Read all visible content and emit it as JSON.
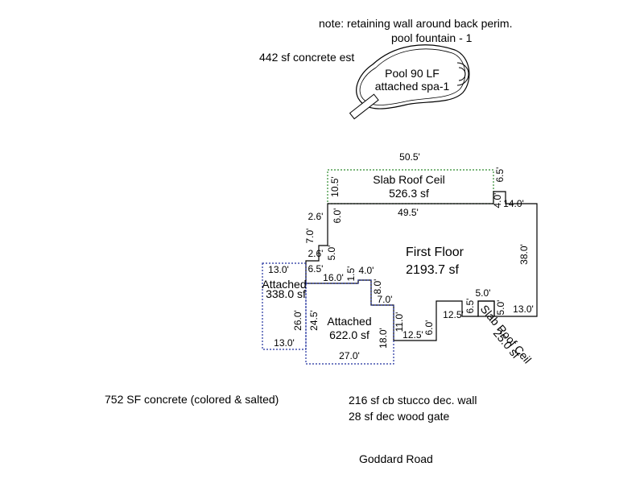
{
  "notes": {
    "retaining_wall": "note: retaining wall around back perim.",
    "pool_fountain": "pool fountain - 1",
    "concrete_est": "442 sf concrete est",
    "concrete_colored": "752 SF concrete (colored & salted)",
    "stucco_wall": "216 sf cb stucco dec. wall",
    "wood_gate": "28 sf dec wood gate",
    "road": "Goddard Road"
  },
  "pool": {
    "line1": "Pool 90 LF",
    "line2": "attached spa-1"
  },
  "areas": {
    "first_floor": {
      "name": "First Floor",
      "sf": "2193.7 sf"
    },
    "slab_top": {
      "name": "Slab Roof Ceil",
      "sf": "526.3 sf"
    },
    "attached_main": {
      "name": "Attached",
      "sf": "622.0 sf"
    },
    "attached_left": {
      "name": "Attached",
      "sf": "338.0 sf"
    },
    "slab_small": {
      "name": "Slab Roof Ceil",
      "sf": "25.0 sf"
    }
  },
  "dimensions": {
    "top_overall": "50.5'",
    "slab_width": "49.5'",
    "slab_depth": "10.5'",
    "right_step_v": "6.5'",
    "right_step_4": "4.0'",
    "right_step_14": "14.0'",
    "right_38": "38.0'",
    "right_13": "13.0'",
    "small_5a": "5.0'",
    "small_5b": "5.0'",
    "small_65": "6.5'",
    "step_125a": "12.5'",
    "step_125b": "12.5'",
    "step_6": "6.0'",
    "step_11": "11.0'",
    "step_18": "18.0'",
    "step_7": "7.0'",
    "step_8": "8.0'",
    "step_4": "4.0'",
    "step_15": "1.5'",
    "step_16": "16.0'",
    "left_26a": "2.6'",
    "left_6": "6.0'",
    "left_7": "7.0'",
    "left_26b": "2.6'",
    "left_5": "5.0'",
    "left_65": "6.5'",
    "att_27": "27.0'",
    "att_245": "24.5'",
    "att_l13a": "13.0'",
    "att_l13b": "13.0'",
    "att_l26": "26.0'"
  },
  "colors": {
    "outline": "#000000",
    "slab_dotted": "#2e8b2e",
    "attached_dotted": "#1f2f9e"
  }
}
